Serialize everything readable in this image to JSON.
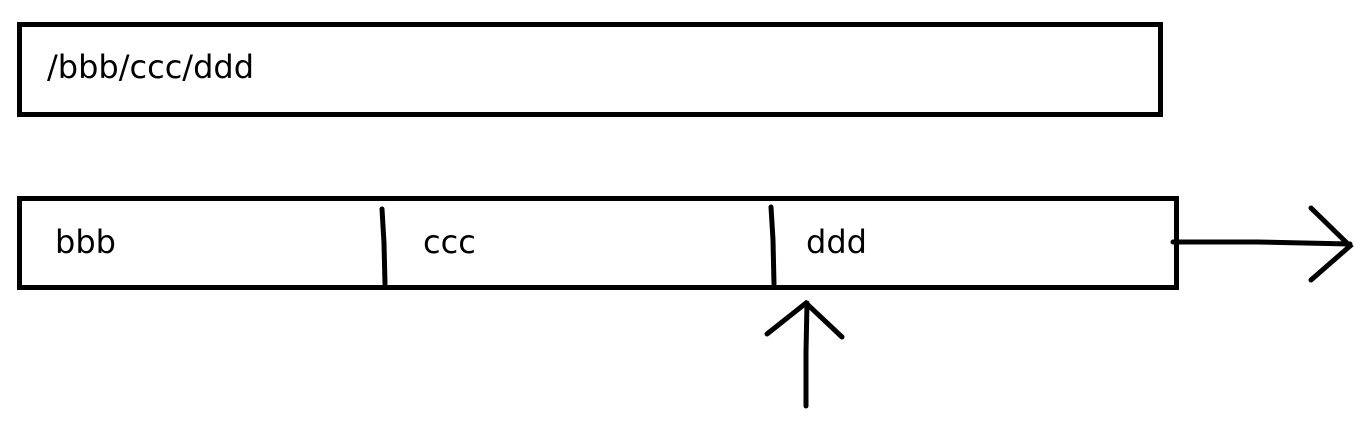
{
  "path_bar": {
    "text": "/bbb/ccc/ddd"
  },
  "breadcrumb_bar": {
    "segments": [
      {
        "label": "bbb"
      },
      {
        "label": "ccc"
      },
      {
        "label": "ddd"
      }
    ]
  },
  "annotations": {
    "up_arrow": "arrow pointing up to the divider before 'ddd'",
    "right_arrow": "arrow pointing right out of the breadcrumb bar"
  },
  "colors": {
    "stroke": "#000000",
    "background": "#ffffff"
  }
}
